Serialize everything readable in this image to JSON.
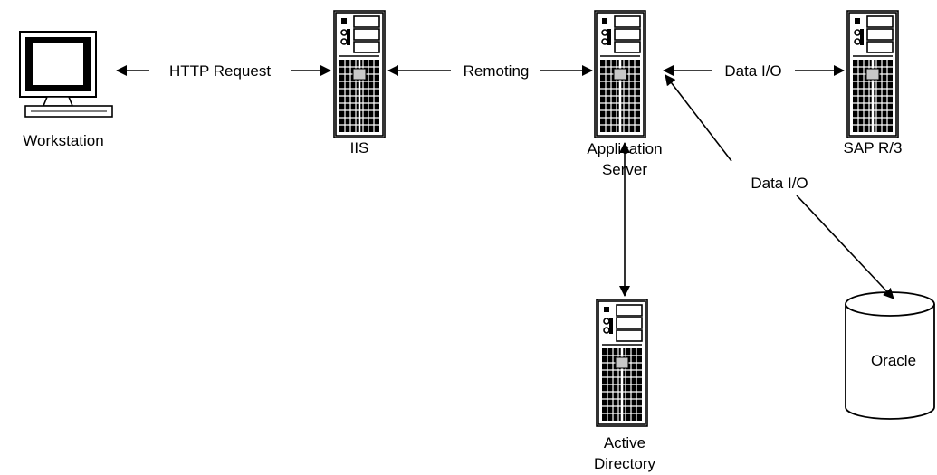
{
  "nodes": {
    "workstation": {
      "label": "Workstation"
    },
    "iis": {
      "label": "IIS"
    },
    "app_server": {
      "label_line1": "Application",
      "label_line2": "Server"
    },
    "sap": {
      "label": "SAP R/3"
    },
    "active_directory": {
      "label_line1": "Active",
      "label_line2": "Directory"
    },
    "oracle": {
      "label": "Oracle"
    }
  },
  "connections": {
    "http": {
      "label": "HTTP Request"
    },
    "remoting": {
      "label": "Remoting"
    },
    "data_io_sap": {
      "label": "Data I/O"
    },
    "data_io_oracle": {
      "label": "Data I/O"
    }
  }
}
